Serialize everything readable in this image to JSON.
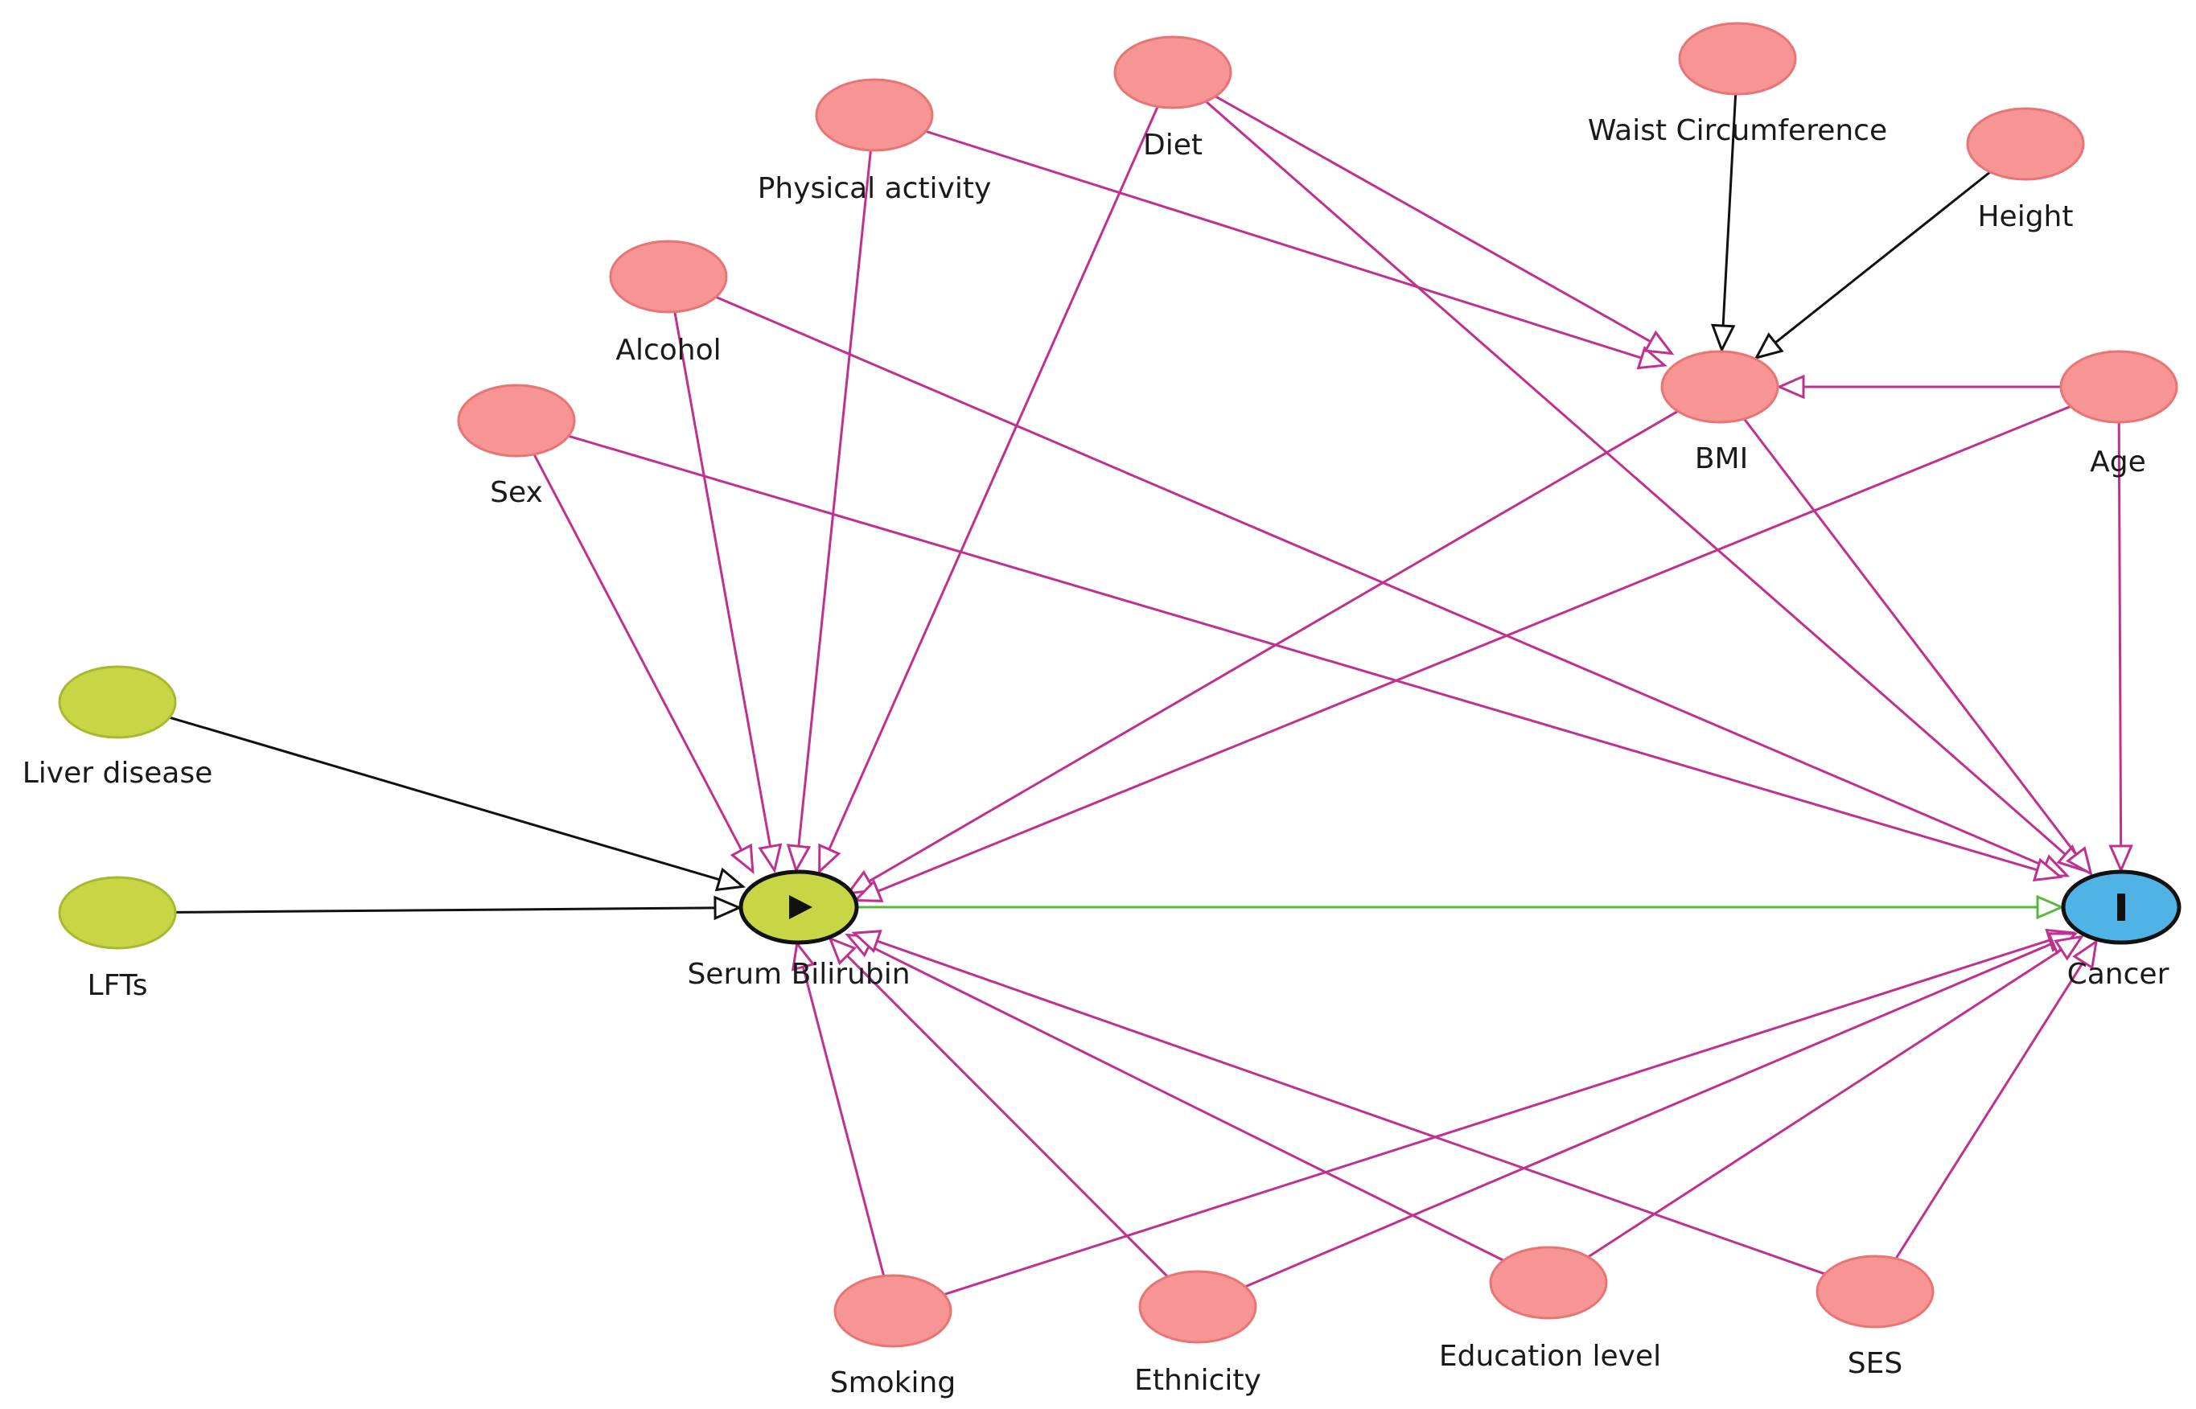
{
  "colors": {
    "adjusted": "#f79494",
    "adjusted_stroke": "#e87474",
    "ancestor_outcome": "#c8d645",
    "ancestor_outcome_stroke": "#a8b830",
    "exposure": "#c8d645",
    "outcome": "#4fb3e6",
    "biasing_path": "#c03090",
    "causal_path": "#5ab840",
    "other_path": "#111111"
  },
  "nodes": [
    {
      "id": "serum-bilirubin",
      "label": "Serum Bilirubin",
      "role": "exposure"
    },
    {
      "id": "cancer",
      "label": "Cancer",
      "role": "outcome"
    },
    {
      "id": "liver-disease",
      "label": "Liver disease",
      "role": "ancestor_outcome"
    },
    {
      "id": "lfts",
      "label": "LFTs",
      "role": "ancestor_outcome"
    },
    {
      "id": "physical-activity",
      "label": "Physical activity",
      "role": "adjusted"
    },
    {
      "id": "diet",
      "label": "Diet",
      "role": "adjusted"
    },
    {
      "id": "waist-circumference",
      "label": "Waist Circumference",
      "role": "adjusted"
    },
    {
      "id": "height",
      "label": "Height",
      "role": "adjusted"
    },
    {
      "id": "alcohol",
      "label": "Alcohol",
      "role": "adjusted"
    },
    {
      "id": "sex",
      "label": "Sex",
      "role": "adjusted"
    },
    {
      "id": "bmi",
      "label": "BMI",
      "role": "adjusted"
    },
    {
      "id": "age",
      "label": "Age",
      "role": "adjusted"
    },
    {
      "id": "smoking",
      "label": "Smoking",
      "role": "adjusted"
    },
    {
      "id": "ethnicity",
      "label": "Ethnicity",
      "role": "adjusted"
    },
    {
      "id": "education-level",
      "label": "Education level",
      "role": "adjusted"
    },
    {
      "id": "ses",
      "label": "SES",
      "role": "adjusted"
    }
  ],
  "edges": [
    {
      "from": "liver-disease",
      "to": "serum-bilirubin",
      "kind": "other"
    },
    {
      "from": "lfts",
      "to": "serum-bilirubin",
      "kind": "other"
    },
    {
      "from": "waist-circumference",
      "to": "bmi",
      "kind": "other"
    },
    {
      "from": "height",
      "to": "bmi",
      "kind": "other"
    },
    {
      "from": "serum-bilirubin",
      "to": "cancer",
      "kind": "causal"
    },
    {
      "from": "physical-activity",
      "to": "serum-bilirubin",
      "kind": "biasing"
    },
    {
      "from": "physical-activity",
      "to": "bmi",
      "kind": "biasing"
    },
    {
      "from": "diet",
      "to": "serum-bilirubin",
      "kind": "biasing"
    },
    {
      "from": "diet",
      "to": "bmi",
      "kind": "biasing"
    },
    {
      "from": "diet",
      "to": "cancer",
      "kind": "biasing"
    },
    {
      "from": "alcohol",
      "to": "serum-bilirubin",
      "kind": "biasing"
    },
    {
      "from": "alcohol",
      "to": "cancer",
      "kind": "biasing"
    },
    {
      "from": "sex",
      "to": "serum-bilirubin",
      "kind": "biasing"
    },
    {
      "from": "sex",
      "to": "cancer",
      "kind": "biasing"
    },
    {
      "from": "bmi",
      "to": "serum-bilirubin",
      "kind": "biasing"
    },
    {
      "from": "bmi",
      "to": "cancer",
      "kind": "biasing"
    },
    {
      "from": "age",
      "to": "bmi",
      "kind": "biasing"
    },
    {
      "from": "age",
      "to": "serum-bilirubin",
      "kind": "biasing"
    },
    {
      "from": "age",
      "to": "cancer",
      "kind": "biasing"
    },
    {
      "from": "smoking",
      "to": "serum-bilirubin",
      "kind": "biasing"
    },
    {
      "from": "smoking",
      "to": "cancer",
      "kind": "biasing"
    },
    {
      "from": "ethnicity",
      "to": "serum-bilirubin",
      "kind": "biasing"
    },
    {
      "from": "ethnicity",
      "to": "cancer",
      "kind": "biasing"
    },
    {
      "from": "education-level",
      "to": "serum-bilirubin",
      "kind": "biasing"
    },
    {
      "from": "education-level",
      "to": "cancer",
      "kind": "biasing"
    },
    {
      "from": "ses",
      "to": "serum-bilirubin",
      "kind": "biasing"
    },
    {
      "from": "ses",
      "to": "cancer",
      "kind": "biasing"
    }
  ]
}
